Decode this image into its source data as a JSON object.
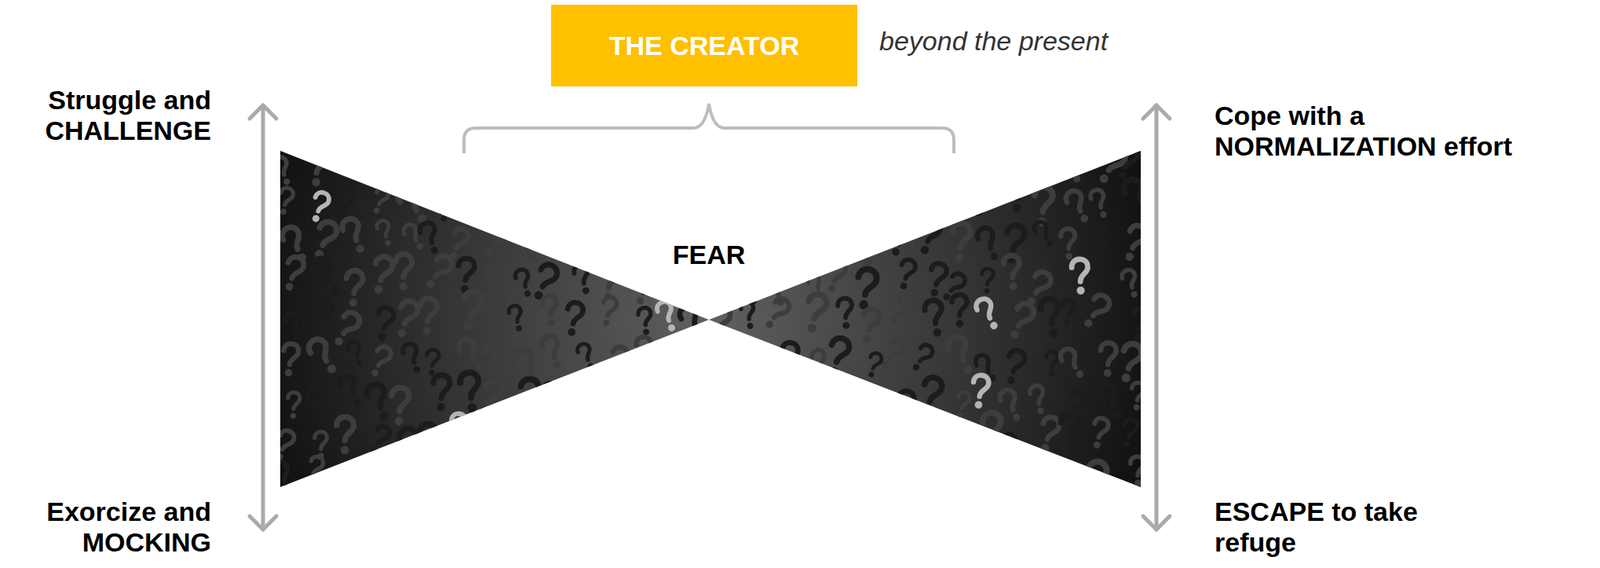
{
  "diagram": {
    "nodes": [
      {
        "text": [
          "THE CREATOR"
        ]
      }
    ],
    "labels": [
      "beyond the present",
      "FEAR",
      "Struggle and CHALLENGE",
      "Exorcize and MOCKING",
      "Cope with a NORMALIZATION effort",
      "ESCAPE to take refuge"
    ]
  }
}
